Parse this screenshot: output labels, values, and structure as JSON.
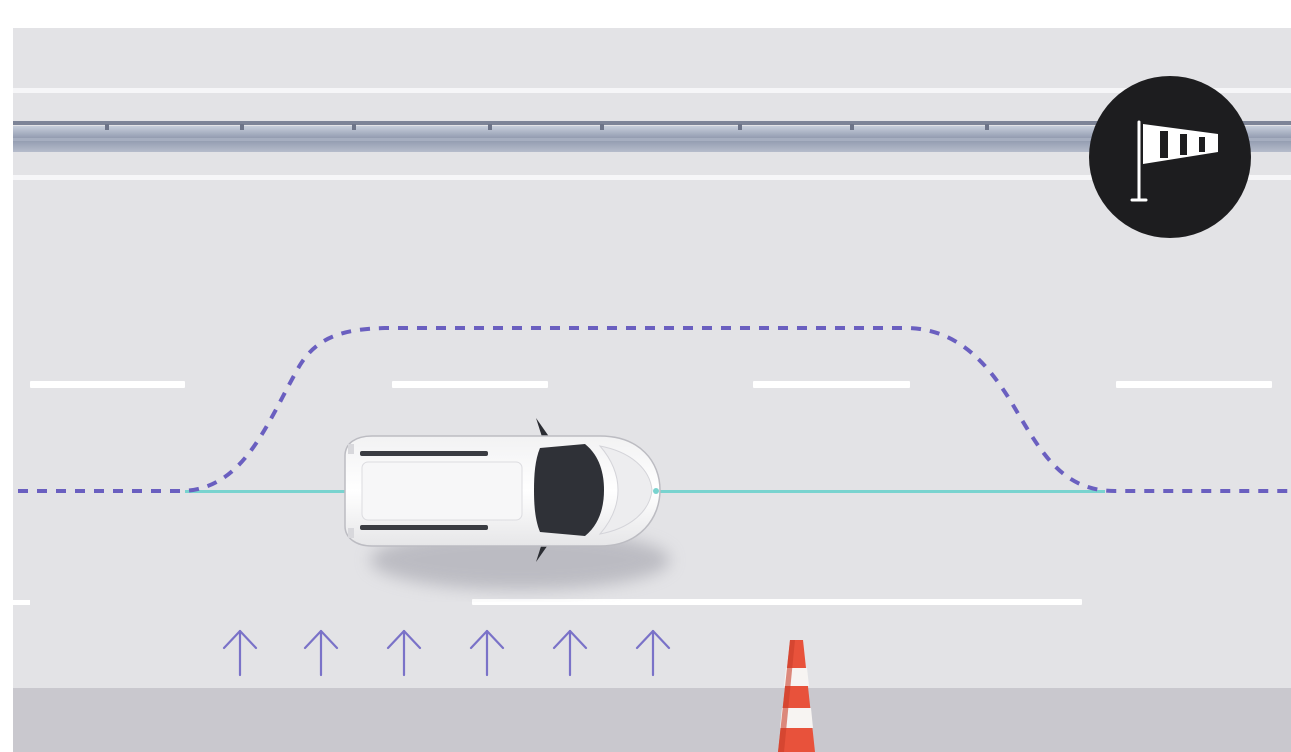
{
  "scene": {
    "icon": "windsock-icon",
    "wind_direction": "up",
    "wind_arrow_count": 6,
    "obstacle": "traffic-cone",
    "vehicle": "white-suv-top-view",
    "colors": {
      "road": "#e3e3e6",
      "shoulder": "#c9c8ce",
      "lane_marking": "#ffffff",
      "path_dashed": "#6a5fc0",
      "path_center": "#79d3cf",
      "wind_arrow": "#7a72c8",
      "cone_red": "#e8523b",
      "guardrail": "#8f98ad",
      "icon_bg": "#1d1d1f"
    }
  }
}
